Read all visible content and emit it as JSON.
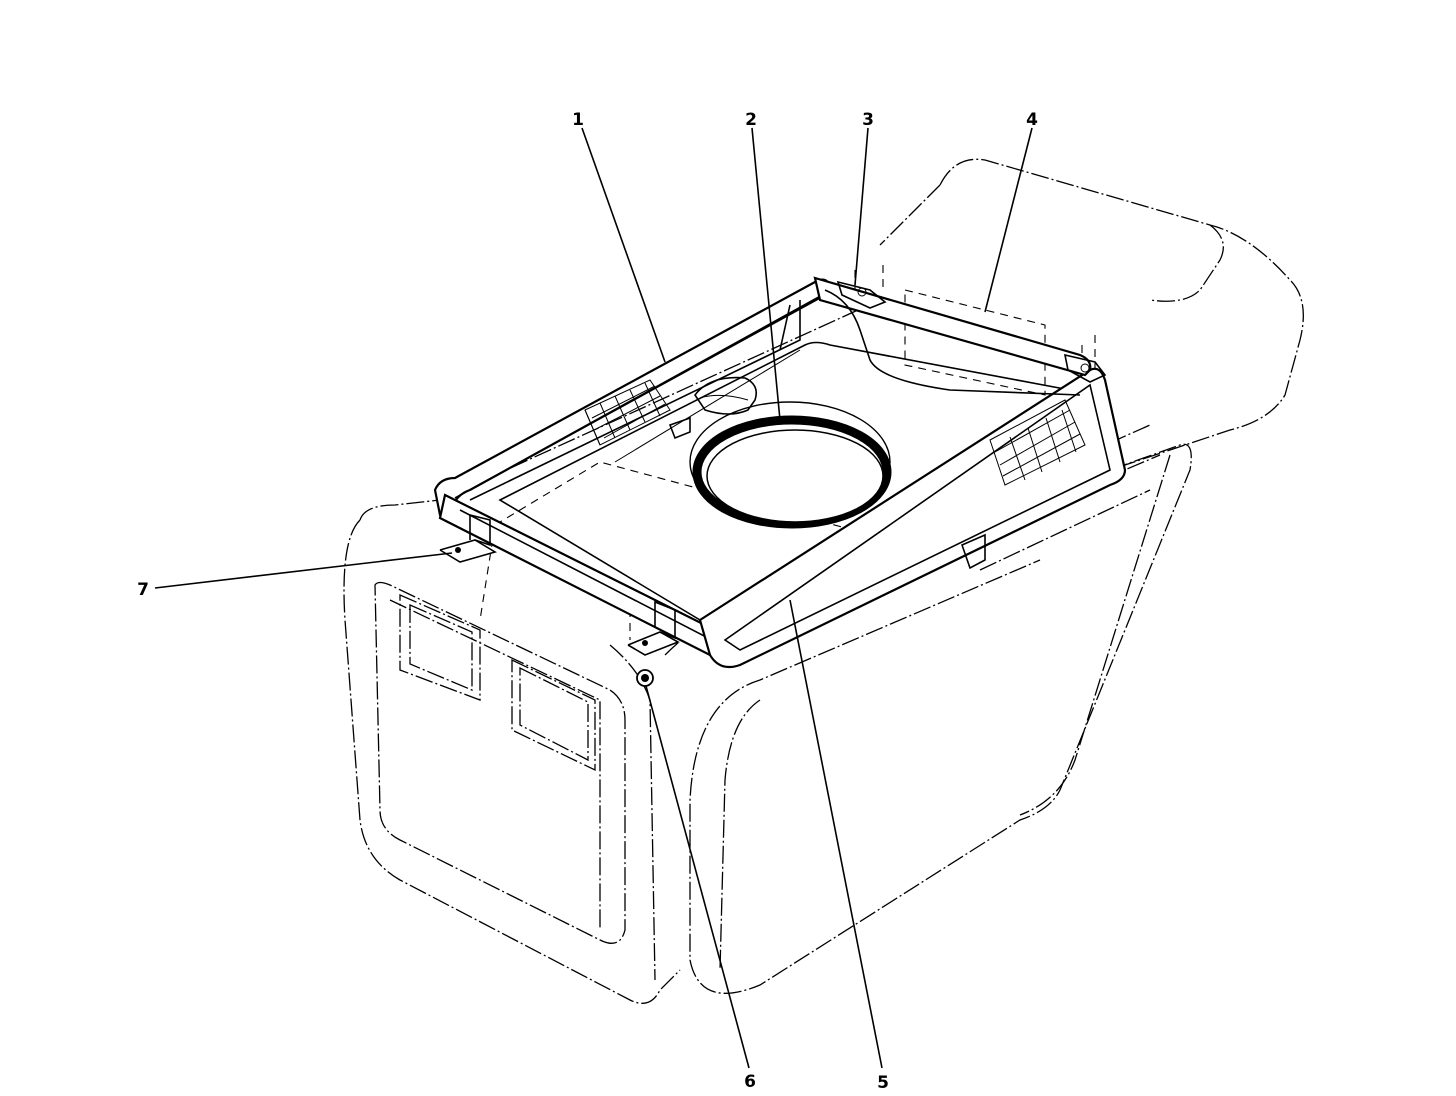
{
  "figure": {
    "callouts": [
      {
        "id": "callout-1",
        "label": "1"
      },
      {
        "id": "callout-2",
        "label": "2"
      },
      {
        "id": "callout-3",
        "label": "3"
      },
      {
        "id": "callout-4",
        "label": "4"
      },
      {
        "id": "callout-5",
        "label": "5"
      },
      {
        "id": "callout-6",
        "label": "6"
      },
      {
        "id": "callout-7",
        "label": "7"
      }
    ],
    "colors": {
      "ink": "#000000",
      "paper": "#ffffff"
    }
  }
}
